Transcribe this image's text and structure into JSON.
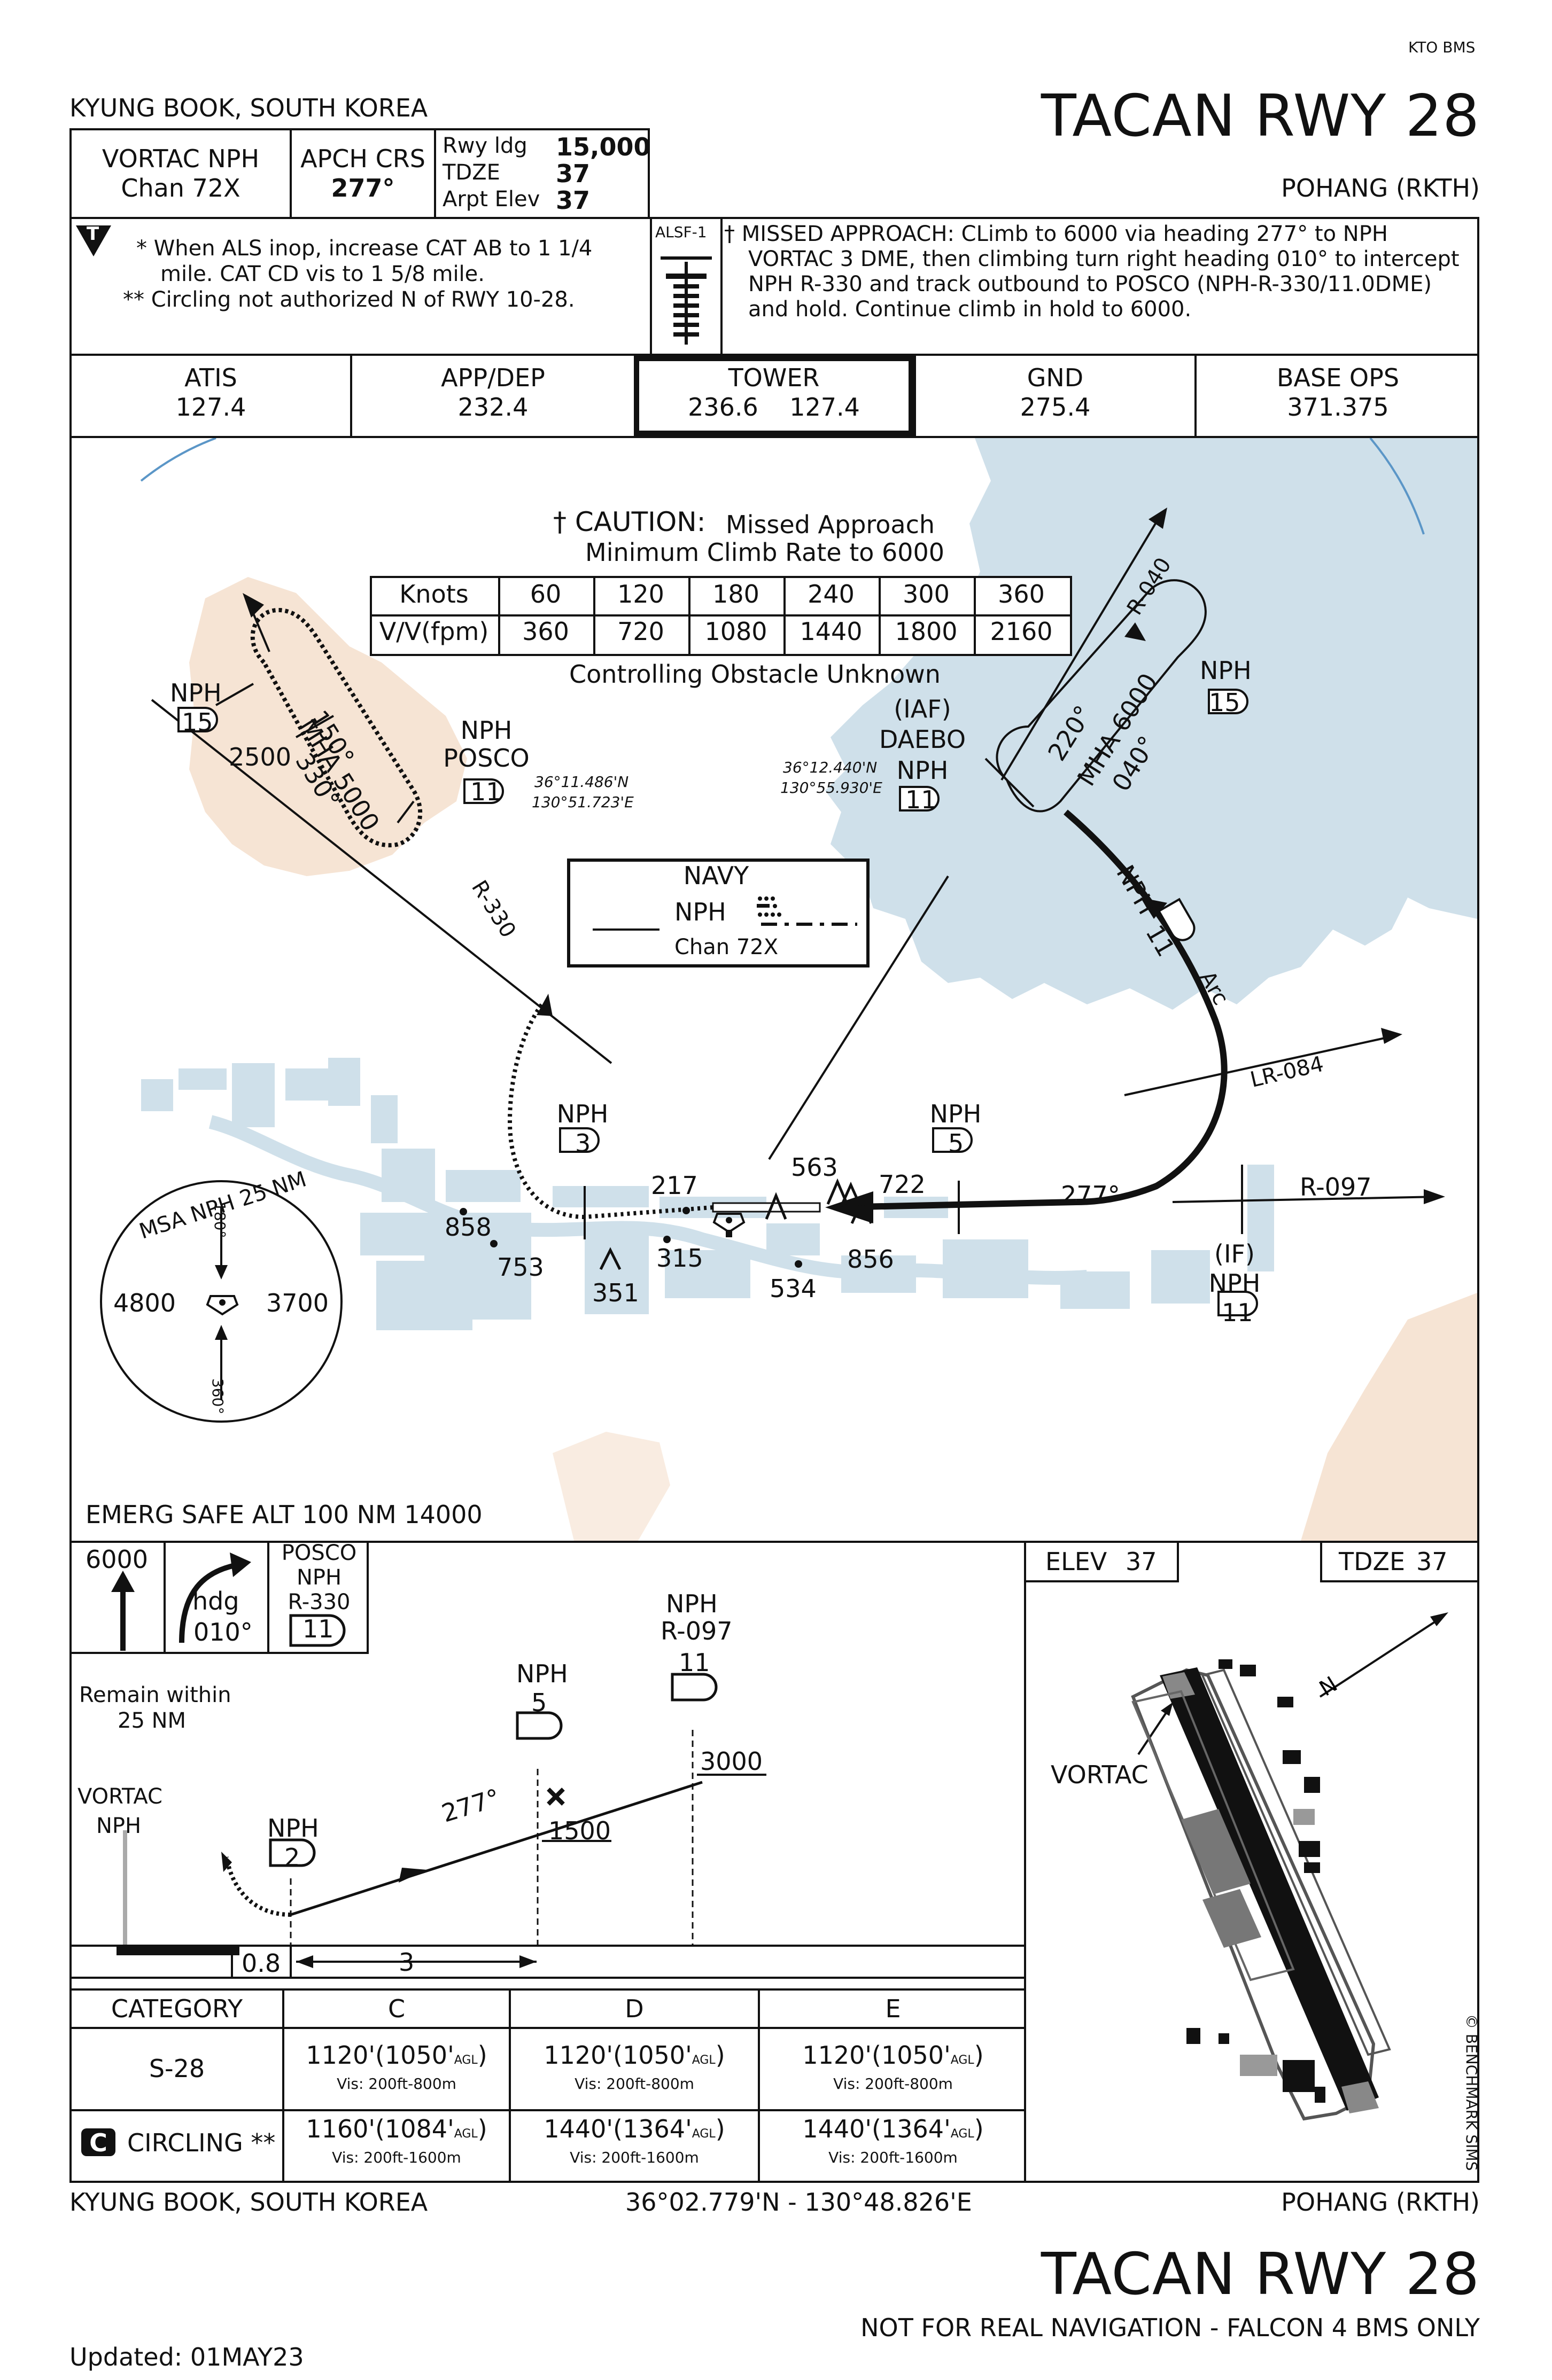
{
  "header": {
    "corner_tag": "KTO BMS",
    "location": "KYUNG BOOK, SOUTH KOREA",
    "title": "TACAN RWY 28",
    "airport": "POHANG (RKTH)"
  },
  "briefing": {
    "vortac_label": "VORTAC NPH",
    "vortac_chan": "Chan 72X",
    "apch_crs_label": "APCH CRS",
    "apch_crs_value": "277°",
    "rwy_ldg_label": "Rwy ldg",
    "rwy_ldg_value": "15,000",
    "tdze_label": "TDZE",
    "tdze_value": "37",
    "arpt_elev_label": "Arpt Elev",
    "arpt_elev_value": "37",
    "notes_line1": "* When ALS inop, increase CAT AB to 1 1/4",
    "notes_line2": "mile. CAT CD vis to 1 5/8 mile.",
    "notes_line3": "** Circling not authorized N of RWY 10-28.",
    "t_symbol": "T",
    "alsf_label": "ALSF-1",
    "missed_line1": "† MISSED APPROACH: CLimb to 6000 via heading 277° to NPH",
    "missed_line2": "VORTAC 3 DME, then climbing turn right heading 010° to intercept",
    "missed_line3": "NPH R-330 and track outbound to POSCO (NPH-R-330/11.0DME)",
    "missed_line4": "and hold. Continue climb in hold to 6000."
  },
  "freqs": [
    {
      "label": "ATIS",
      "value": "127.4"
    },
    {
      "label": "APP/DEP",
      "value": "232.4"
    },
    {
      "label": "TOWER",
      "value": "236.6    127.4"
    },
    {
      "label": "GND",
      "value": "275.4"
    },
    {
      "label": "BASE OPS",
      "value": "371.375"
    }
  ],
  "plan": {
    "caution_title": "† CAUTION:",
    "caution_text": "Missed Approach",
    "caution_sub": "Minimum Climb Rate to 6000",
    "climb_table_row1": [
      "Knots",
      "60",
      "120",
      "180",
      "240",
      "300",
      "360"
    ],
    "climb_table_row2": [
      "V/V(fpm)",
      "360",
      "720",
      "1080",
      "1440",
      "1800",
      "2160"
    ],
    "obstacle_note": "Controlling Obstacle Unknown",
    "navy_label": "NAVY",
    "navy_ident": "NPH",
    "navy_chan": "Chan 72X",
    "posco_npH": "NPH",
    "posco_name": "POSCO",
    "posco_dme": "11",
    "posco_coord1": "36°11.486'N",
    "posco_coord2": "130°51.723'E",
    "iaf_label": "(IAF)",
    "daebo_name": "DAEBO",
    "daebo_nph": "NPH",
    "daebo_dme": "11",
    "daebo_coord1": "36°12.440'N",
    "daebo_coord2": "130°55.930'E",
    "nw_nph": "NPH",
    "nw_dme": "15",
    "ne_nph": "NPH",
    "ne_dme": "15",
    "hold_west_alt": "2500",
    "hold_west_in": "150°",
    "hold_west_mha": "MHA 5000",
    "hold_west_out": "330°",
    "hold_east_in": "220°",
    "hold_east_mha": "MHA 6000",
    "hold_east_out": "040°",
    "r040": "R-040",
    "r330": "R-330",
    "arc_nph": "NPH",
    "arc_dme": "11",
    "arc_label": "Arc",
    "lr084": "LR-084",
    "r097": "R-097",
    "crs277": "277°",
    "if_label": "(IF)",
    "if_nph": "NPH",
    "if_dme": "11",
    "nph3_nph": "NPH",
    "nph3_dme": "3",
    "nph5_nph": "NPH",
    "nph5_dme": "5",
    "spot_elevs": [
      "858",
      "753",
      "217",
      "315",
      "351",
      "563",
      "722",
      "856",
      "534"
    ],
    "msa_label": "MSA NPH 25 NM",
    "msa_west": "4800",
    "msa_east": "3700",
    "msa_top": "180°",
    "msa_bottom": "360°",
    "emerg_safe_alt": "EMERG SAFE ALT 100 NM 14000"
  },
  "profile": {
    "icon1_alt": "6000",
    "icon2_hdg": "hdg",
    "icon2_val": "010°",
    "icon3_l1": "POSCO",
    "icon3_l2": "NPH",
    "icon3_l3": "R-330",
    "icon3_dme": "11",
    "remain_l1": "Remain within",
    "remain_l2": "25 NM",
    "vortac_l1": "VORTAC",
    "vortac_l2": "NPH",
    "fix2_nph": "NPH",
    "fix2_dme": "2",
    "fix5_nph": "NPH",
    "fix5_dme": "5",
    "fix11_nph": "NPH",
    "fix11_r": "R-097",
    "fix11_dme": "11",
    "crs": "277°",
    "alt1500": "1500",
    "alt3000": "3000",
    "dist08": "0.8",
    "dist3": "3"
  },
  "airport_diagram": {
    "elev_label": "ELEV",
    "elev_value": "37",
    "tdze_label": "TDZE",
    "tdze_value": "37",
    "vortac_label": "VORTAC"
  },
  "minimums": {
    "header": [
      "CATEGORY",
      "C",
      "D",
      "E"
    ],
    "rows": [
      {
        "name": "S-28",
        "cells": [
          {
            "main": "1120'(1050'",
            "agl": "AGL",
            "vis": "Vis: 200ft-800m"
          },
          {
            "main": "1120'(1050'",
            "agl": "AGL",
            "vis": "Vis: 200ft-800m"
          },
          {
            "main": "1120'(1050'",
            "agl": "AGL",
            "vis": "Vis: 200ft-800m"
          }
        ]
      },
      {
        "name": "CIRCLING **",
        "badge": "C",
        "cells": [
          {
            "main": "1160'(1084'",
            "agl": "AGL",
            "vis": "Vis: 200ft-1600m"
          },
          {
            "main": "1440'(1364'",
            "agl": "AGL",
            "vis": "Vis: 200ft-1600m"
          },
          {
            "main": "1440'(1364'",
            "agl": "AGL",
            "vis": "Vis: 200ft-1600m"
          }
        ]
      }
    ]
  },
  "footer": {
    "location": "KYUNG BOOK, SOUTH KOREA",
    "coords": "36°02.779'N - 130°48.826'E",
    "airport": "POHANG (RKTH)",
    "title": "TACAN RWY 28",
    "disclaimer": "NOT FOR REAL NAVIGATION - FALCON 4 BMS ONLY",
    "updated": "Updated: 01MAY23",
    "copyright": "© BENCHMARK SIMS"
  }
}
